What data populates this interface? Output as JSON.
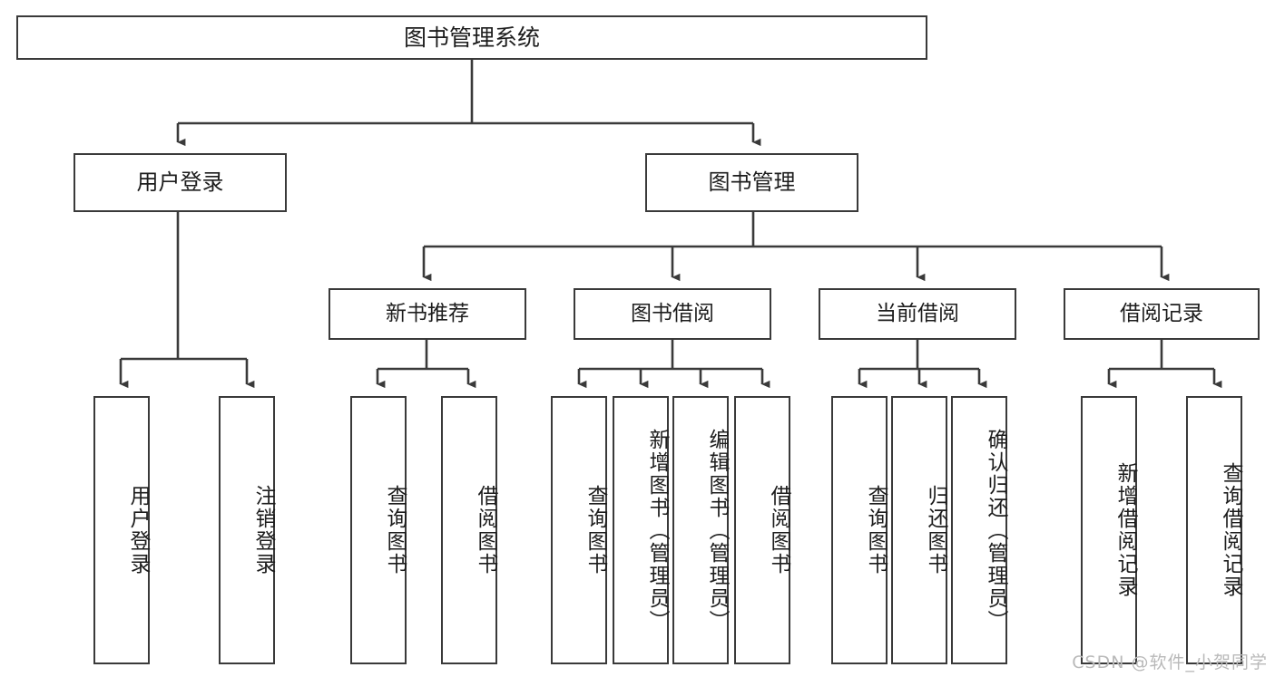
{
  "diagram": {
    "title": "图书管理系统",
    "root": {
      "label": "图书管理系统"
    },
    "level2": [
      {
        "label": "用户登录"
      },
      {
        "label": "图书管理"
      }
    ],
    "level3": [
      {
        "label": "新书推荐"
      },
      {
        "label": "图书借阅"
      },
      {
        "label": "当前借阅"
      },
      {
        "label": "借阅记录"
      }
    ],
    "leaves": [
      {
        "label": "用户登录"
      },
      {
        "label": "注销登录"
      },
      {
        "label": "查询图书"
      },
      {
        "label": "借阅图书"
      },
      {
        "label": "查询图书"
      },
      {
        "label": "新增图书（管理员）"
      },
      {
        "label": "编辑图书（管理员）"
      },
      {
        "label": "借阅图书"
      },
      {
        "label": "查询图书"
      },
      {
        "label": "归还图书"
      },
      {
        "label": "确认归还（管理员）"
      },
      {
        "label": "新增借阅记录"
      },
      {
        "label": "查询借阅记录"
      }
    ]
  },
  "watermark": {
    "text": "CSDN @软件_小贺同学"
  },
  "colors": {
    "stroke": "#3a3a3a",
    "background": "#ffffff",
    "text": "#1d1d1d",
    "watermark": "#b9b9b9"
  }
}
